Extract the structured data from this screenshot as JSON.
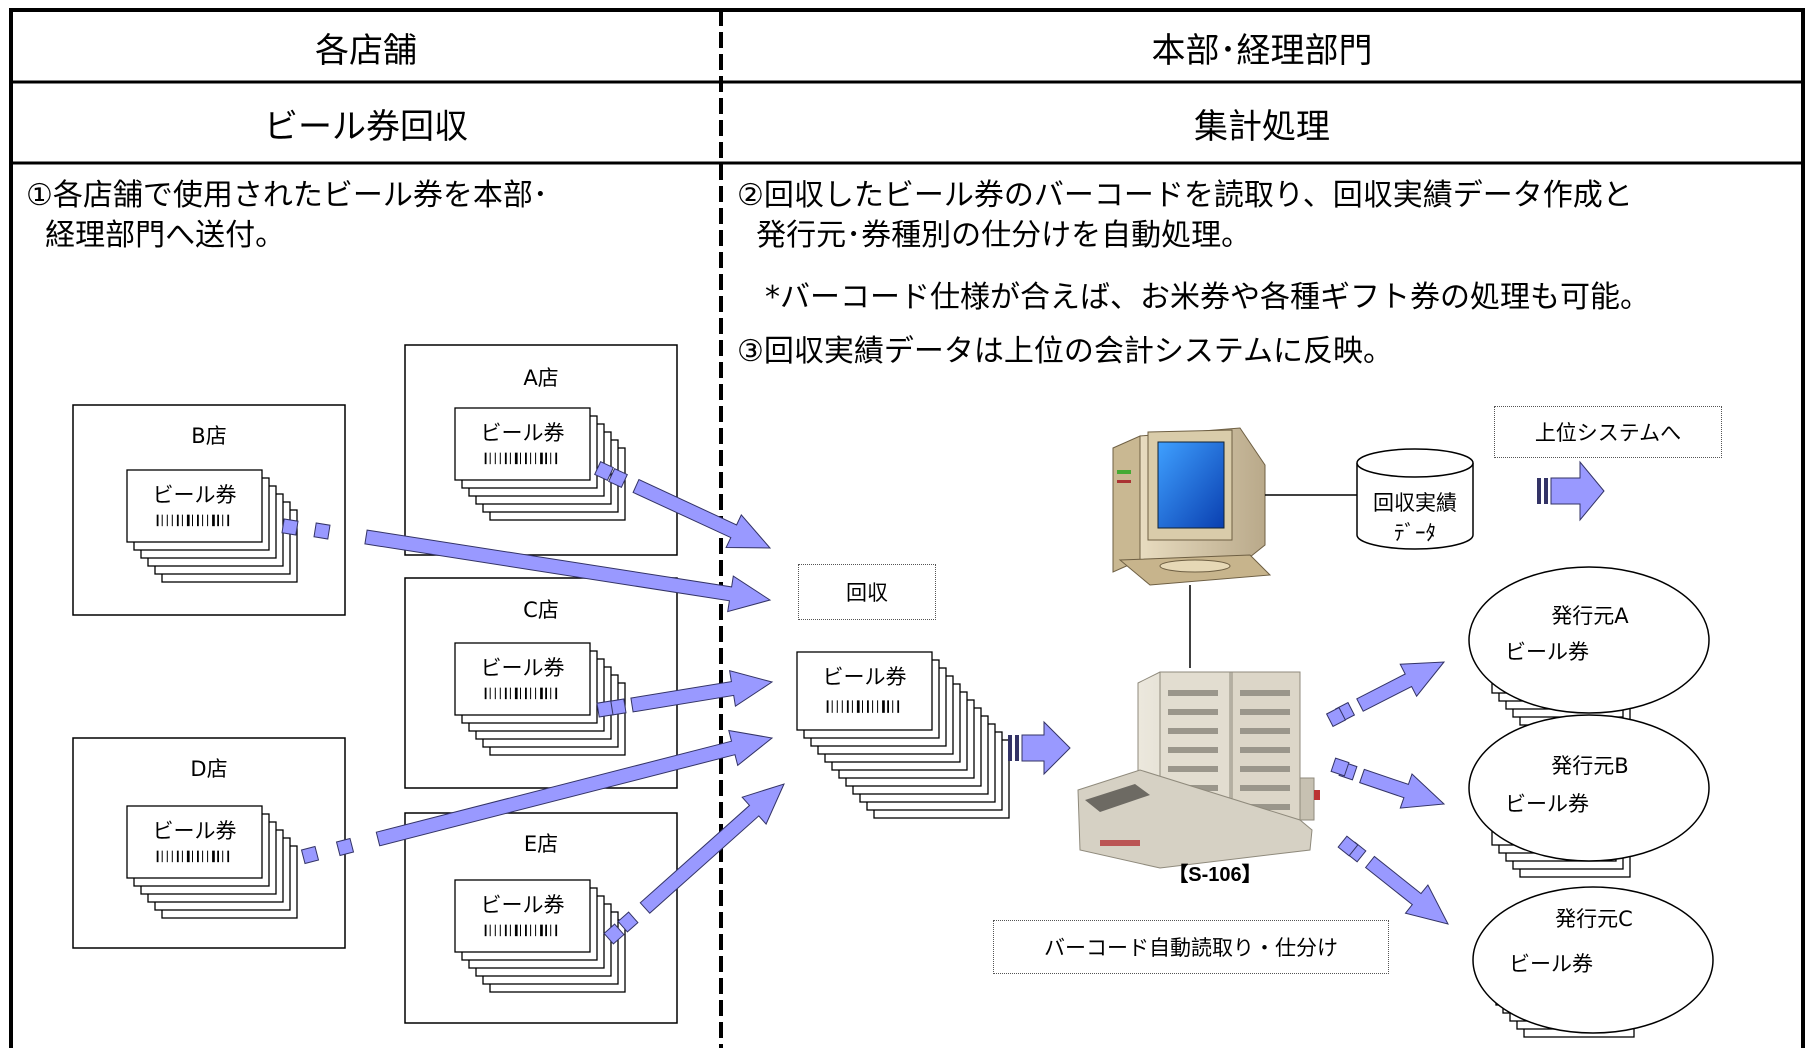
{
  "headers": {
    "left_title": "各店舗",
    "right_title": "本部･経理部門",
    "left_sub": "ビール券回収",
    "right_sub": "集計処理"
  },
  "descriptions": {
    "step1": "①各店舗で使用されたビール券を本部･\n  経理部門へ送付。",
    "step2": "②回収したビール券のバーコードを読取り、回収実績データ作成と\n  発行元･券種別の仕分けを自動処理。",
    "note": "*バーコード仕様が合えば、お米券や各種ギフト券の処理も可能。",
    "step3": "③回収実績データは上位の会計システムに反映。"
  },
  "stores": {
    "a": "A店",
    "b": "B店",
    "c": "C店",
    "d": "D店",
    "e": "E店"
  },
  "ticket_label": "ビール券",
  "collect_label": "回収",
  "database_label": "回収実績\nﾃﾞｰﾀ",
  "upper_system_label": "上位システムへ",
  "machine_label": "【S-106】",
  "sort_label": "バーコード自動読取り・仕分け",
  "issuers": {
    "a": "発行元A",
    "b": "発行元B",
    "c": "発行元C"
  },
  "colors": {
    "arrow_fill": "#9999ff",
    "arrow_stroke": "#333366",
    "grid": "#000000",
    "machine": "#d8d4c8"
  },
  "icons": [
    "computer-icon",
    "database-icon",
    "sorter-machine-icon",
    "barcode-icon"
  ]
}
